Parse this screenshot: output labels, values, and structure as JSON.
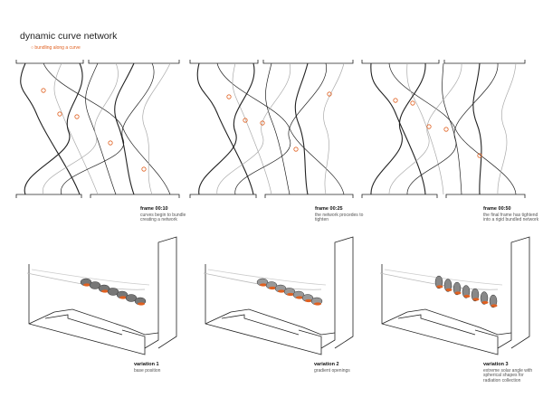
{
  "title": "dynamic curve network",
  "subtitle": "bundling along a curve",
  "colors": {
    "accent": "#e06020",
    "line": "#222222"
  },
  "frames": [
    {
      "label": "frame 00:10",
      "desc": "curves begin to bundle creating a network"
    },
    {
      "label": "frame 00:25",
      "desc": "the network procedes to tighten"
    },
    {
      "label": "frame 00:50",
      "desc": "the final frame has tightend into a rigid bundled network"
    }
  ],
  "variations": [
    {
      "label": "variation 1",
      "desc": "base position"
    },
    {
      "label": "variation 2",
      "desc": "gradient openings"
    },
    {
      "label": "variation 3",
      "desc": "extreme solar angle with spherical shapes for radiation collection"
    }
  ]
}
